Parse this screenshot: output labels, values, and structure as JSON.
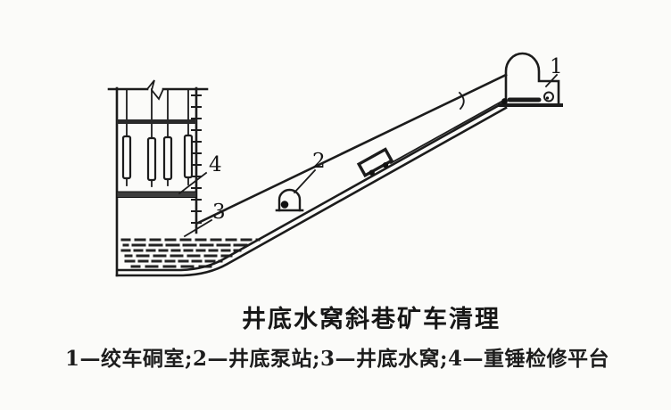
{
  "figure": {
    "title": "井底水窝斜巷矿车清理",
    "legend": "1—绞车硐室;2—井底泵站;3—井底水窝;4—重锤检修平台",
    "callouts": [
      {
        "number": "1",
        "meaning": "绞车硐室"
      },
      {
        "number": "2",
        "meaning": "井底泵站"
      },
      {
        "number": "3",
        "meaning": "井底水窝"
      },
      {
        "number": "4",
        "meaning": "重锤检修平台"
      }
    ],
    "colors": {
      "ink": "#1c1c1c",
      "paper": "#fbfbf9"
    }
  }
}
